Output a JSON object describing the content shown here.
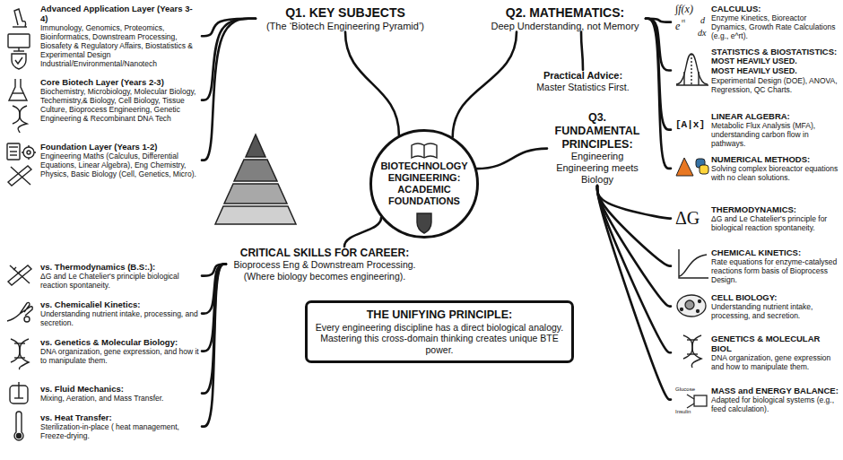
{
  "diagram": {
    "nodes": [
      {
        "text": [
          "BIOTECHNOLOGY ENGINEERING: ACADEMIC FOUNDATIONS"
        ]
      },
      {
        "text": [
          "Q1. KEY SUBJECTS",
          "(The ‘Biotech Engineering Pyramid’)"
        ]
      },
      {
        "text": [
          "Advanced Application Layer (Years 3-4)",
          "Immunology, Genomics, Proteomics, Bioinformatics, Downstream Processing, Biosafety & Regulatory Affairs, Biostatistics & Experimental Design Industrial/Environmental/Nanotech"
        ]
      },
      {
        "text": [
          "Core Biotech Layer (Years 2-3)",
          "Biochemistry, Microbiology, Molecular Biology, Techemistry,& Biology, Cell Biology, Tissue Culture, Bioprocess Engineering, Genetic Engineering & Recombinant DNA Tech"
        ]
      },
      {
        "text": [
          "Foundation Layer (Years 1-2)",
          "Engineering Maths (Calculus, Differential Equations, Linear Algebra), Eng Chemistry, Physics, Basic Biology (Cell, Genetics, Micro)."
        ]
      },
      {
        "text": [
          "Q2. MATHEMATICS:",
          "Deep Understanding, not Memory"
        ]
      },
      {
        "text": [
          "CALCULUS:",
          "Enzyme Kinetics, Bioreactor Dynamics, Growth Rate Calculations (e.g., e^rt)."
        ]
      },
      {
        "text": [
          "STATISTICS & BIOSTATISTICS:",
          "MOST HEAVILY USED.",
          "MOST HEAVILY USED.",
          "Experimental Design (DOE), ANOVA, Regression, QC Charts."
        ]
      },
      {
        "text": [
          "Practical Advice:",
          "Master Statistics First."
        ]
      },
      {
        "text": [
          "LINEAR ALGEBRA:",
          "Metabolic Flux Analysis (MFA), understanding carbon flow in pathways."
        ]
      },
      {
        "text": [
          "NUMERICAL METHODS:",
          "Solving complex bioreactor equations with no clean solutions."
        ]
      },
      {
        "text": [
          "Q3. FUNDAMENTAL PRINCIPLES:",
          "Engineering Engineering meets Biology"
        ]
      },
      {
        "text": [
          "THERMODYNAMICS:",
          "ΔG and Le Chatelier's principle for biological reaction spontaneity."
        ]
      },
      {
        "text": [
          "CHEMICAL KINETICS:",
          "Rate equations for enzyme-catalysed reactions form basis of Bioprocess Design."
        ]
      },
      {
        "text": [
          "CELL BIOLOGY:",
          "Understanding nutrient intake, processing, and secretion."
        ]
      },
      {
        "text": [
          "GENETICS & MOLECULAR BIOL",
          "DNA organization, gene expression and how to manipulate them."
        ]
      },
      {
        "text": [
          "MASS and ENERGY BALANCE:",
          "Adapted for biological systems (e.g., feed calculation)."
        ]
      },
      {
        "text": [
          "CRITICAL SKILLS FOR CAREER:",
          "Bioprocess Eng & Downstream Processing.",
          "(Where biology becomes engineering)."
        ]
      },
      {
        "text": [
          "vs. Thermodynamics (B.S:.):",
          "ΔG and Le Chatelier's principle biological reaction spontaneity."
        ]
      },
      {
        "text": [
          "vs. Chemicaliel Kinetics:",
          "Understanding nutrient intake, processing, and secretion."
        ]
      },
      {
        "text": [
          "vs. Genetics & Molecular Biology:",
          "DNA organization, gene expression, and how it to manipulate them."
        ]
      },
      {
        "text": [
          "vs. Fluid Mechanics:",
          "Mixing, Aeration, and Mass Transfer."
        ]
      },
      {
        "text": [
          "vs. Heat Transfer:",
          "Sterilization-in-place ( heat management, Freeze-drying."
        ]
      },
      {
        "text": [
          "THE UNIFYING PRINCIPLE:",
          "Every engineering discipline has a direct biological analogy. Mastering this cross-domain thinking creates unique BTE power."
        ]
      }
    ],
    "edges": [
      {
        "from": 0,
        "to": 1,
        "arrow": "none"
      },
      {
        "from": 0,
        "to": 5,
        "arrow": "none"
      },
      {
        "from": 0,
        "to": 11,
        "arrow": "none"
      },
      {
        "from": 0,
        "to": 17,
        "arrow": "none"
      },
      {
        "from": 1,
        "to": 2,
        "arrow": "none"
      },
      {
        "from": 1,
        "to": 3,
        "arrow": "none"
      },
      {
        "from": 1,
        "to": 4,
        "arrow": "none"
      },
      {
        "from": 5,
        "to": 6,
        "arrow": "none"
      },
      {
        "from": 5,
        "to": 7,
        "arrow": "none"
      },
      {
        "from": 5,
        "to": 8,
        "arrow": "none"
      },
      {
        "from": 5,
        "to": 9,
        "arrow": "none"
      },
      {
        "from": 5,
        "to": 10,
        "arrow": "none"
      },
      {
        "from": 11,
        "to": 12,
        "arrow": "none"
      },
      {
        "from": 11,
        "to": 13,
        "arrow": "none"
      },
      {
        "from": 11,
        "to": 14,
        "arrow": "none"
      },
      {
        "from": 11,
        "to": 15,
        "arrow": "none"
      },
      {
        "from": 11,
        "to": 16,
        "arrow": "none"
      },
      {
        "from": 17,
        "to": 18,
        "arrow": "none"
      },
      {
        "from": 17,
        "to": 19,
        "arrow": "none"
      },
      {
        "from": 17,
        "to": 20,
        "arrow": "none"
      },
      {
        "from": 17,
        "to": 21,
        "arrow": "none"
      },
      {
        "from": 17,
        "to": 22,
        "arrow": "none"
      }
    ],
    "labels": [
      "∫f(x)",
      "e",
      "rt",
      "d",
      "dx",
      "[A|x]",
      "ΔG",
      "Glucose",
      "Insulin"
    ]
  }
}
